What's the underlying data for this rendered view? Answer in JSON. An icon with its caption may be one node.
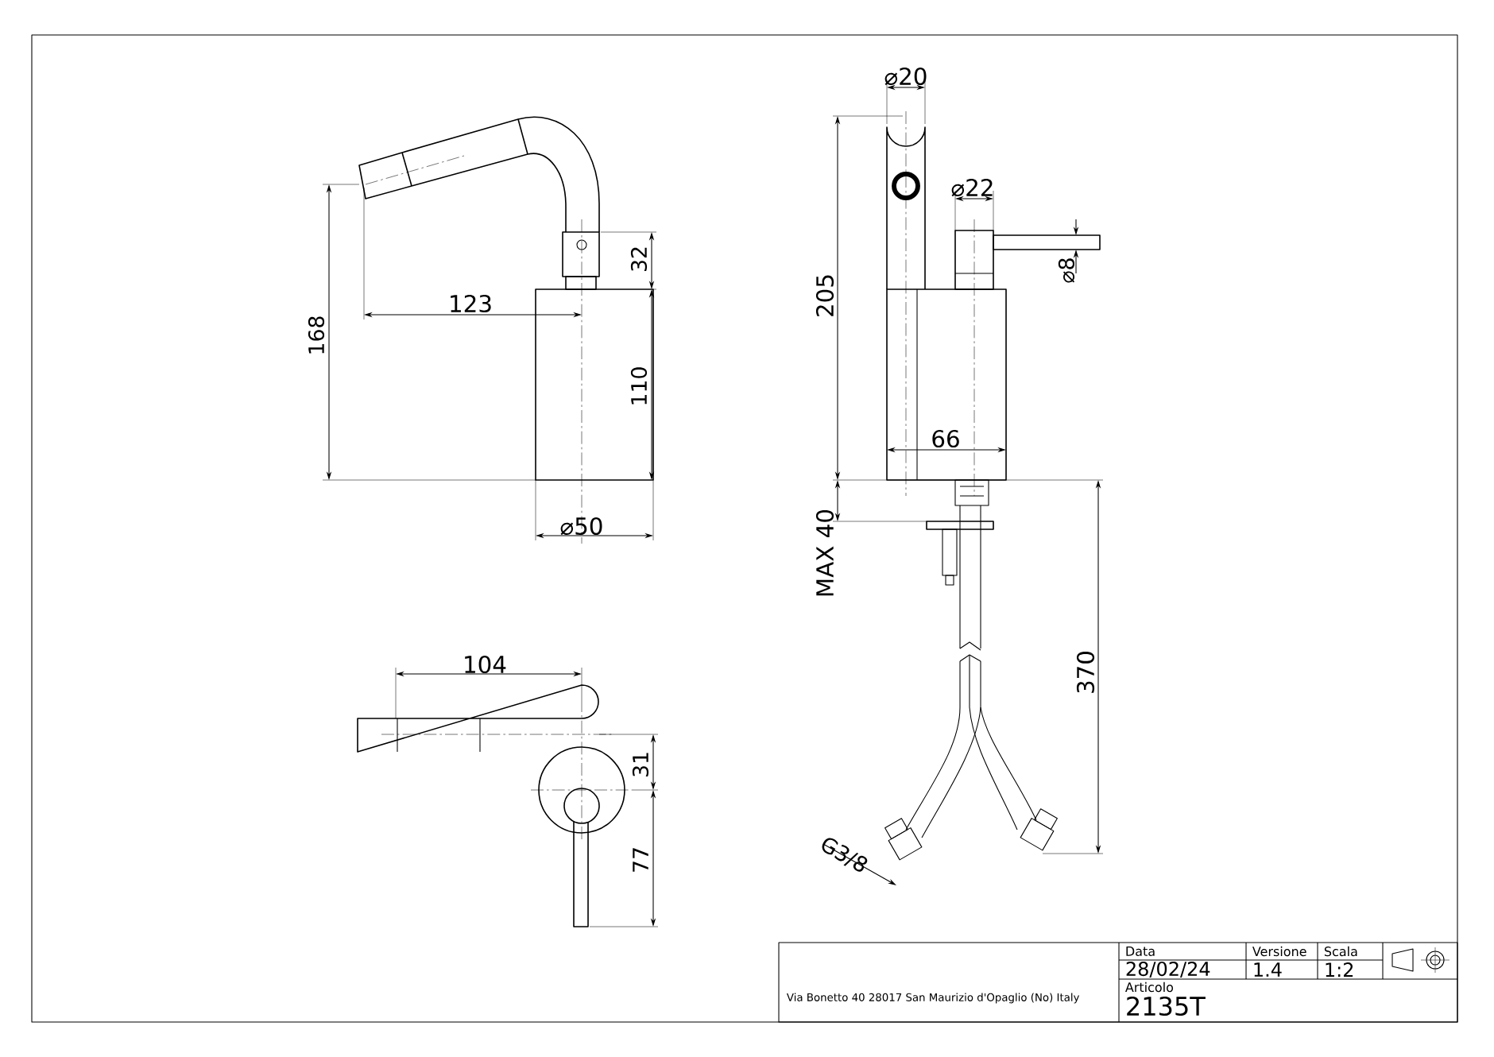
{
  "diagram": {
    "labels": [
      "⌀20",
      "⌀22",
      "32",
      "123",
      "168",
      "205",
      "⌀8",
      "110",
      "66",
      "⌀50",
      "MAX 40",
      "104",
      "370",
      "31",
      "G3/8",
      "77",
      "Data",
      "Versione",
      "Scala",
      "28/02/24",
      "1.4",
      "1:2",
      "Articolo",
      "Via Bonetto 40 28017 San Maurizio d'Opaglio (No) Italy",
      "2135T"
    ]
  }
}
